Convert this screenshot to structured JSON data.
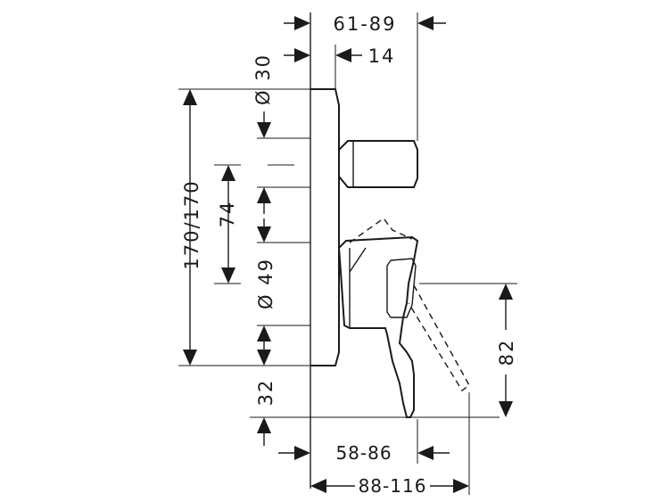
{
  "dimensions": {
    "d30": "Ø 30",
    "d74": "74",
    "d170": "170/170",
    "d49": "Ø 49",
    "d32": "32",
    "d61_89": "61-89",
    "d14": "14",
    "d82": "82",
    "d58_86": "58-86",
    "d88_116": "88-116"
  },
  "colors": {
    "line": "#1a1a1a",
    "background": "#ffffff"
  }
}
